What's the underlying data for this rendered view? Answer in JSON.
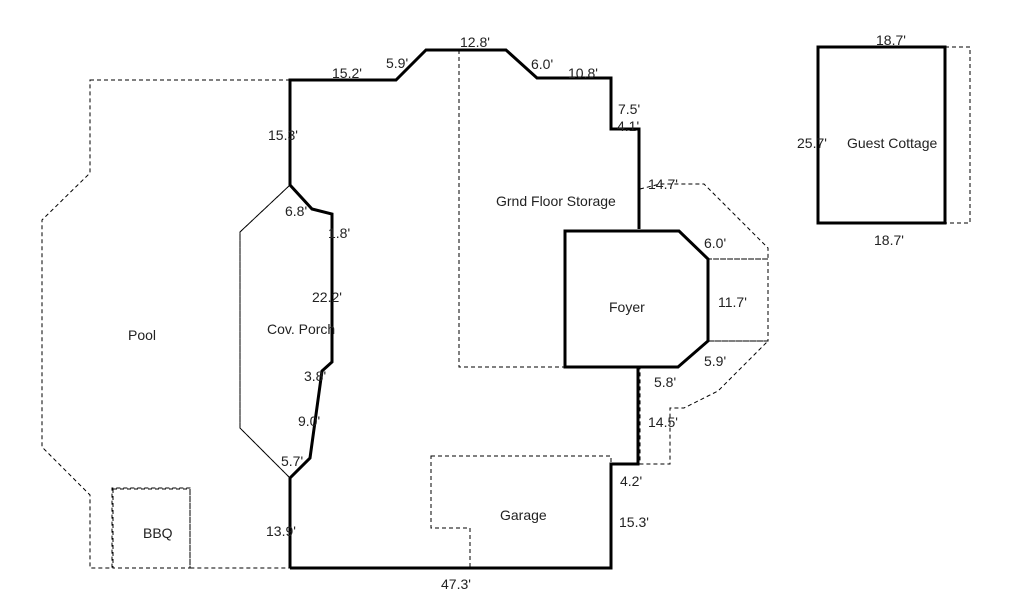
{
  "rooms": {
    "pool": "Pool",
    "porch": "Cov. Porch",
    "bbq": "BBQ",
    "storage": "Grnd Floor Storage",
    "foyer": "Foyer",
    "garage": "Garage",
    "cottage": "Guest Cottage"
  },
  "dimensions": {
    "d_15_2": "15.2'",
    "d_5_9_top": "5.9'",
    "d_12_8": "12.8'",
    "d_6_0_top": "6.0'",
    "d_10_8": "10.8'",
    "d_7_5": "7.5'",
    "d_4_1": "4.1'",
    "d_15_3_left": "15.3'",
    "d_6_8": "6.8'",
    "d_1_8": "1.8'",
    "d_22_2": "22.2'",
    "d_3_8": "3.8'",
    "d_9_0": "9.0'",
    "d_5_7": "5.7'",
    "d_13_9": "13.9'",
    "d_47_3": "47.3'",
    "d_14_7": "14.7'",
    "d_6_0_foyer": "6.0'",
    "d_11_7": "11.7'",
    "d_5_9_foyer": "5.9'",
    "d_5_8": "5.8'",
    "d_14_5": "14.5'",
    "d_4_2": "4.2'",
    "d_15_3_garage": "15.3'",
    "d_18_7_top": "18.7'",
    "d_25_7": "25.7'",
    "d_18_7_bottom": "18.7'"
  }
}
